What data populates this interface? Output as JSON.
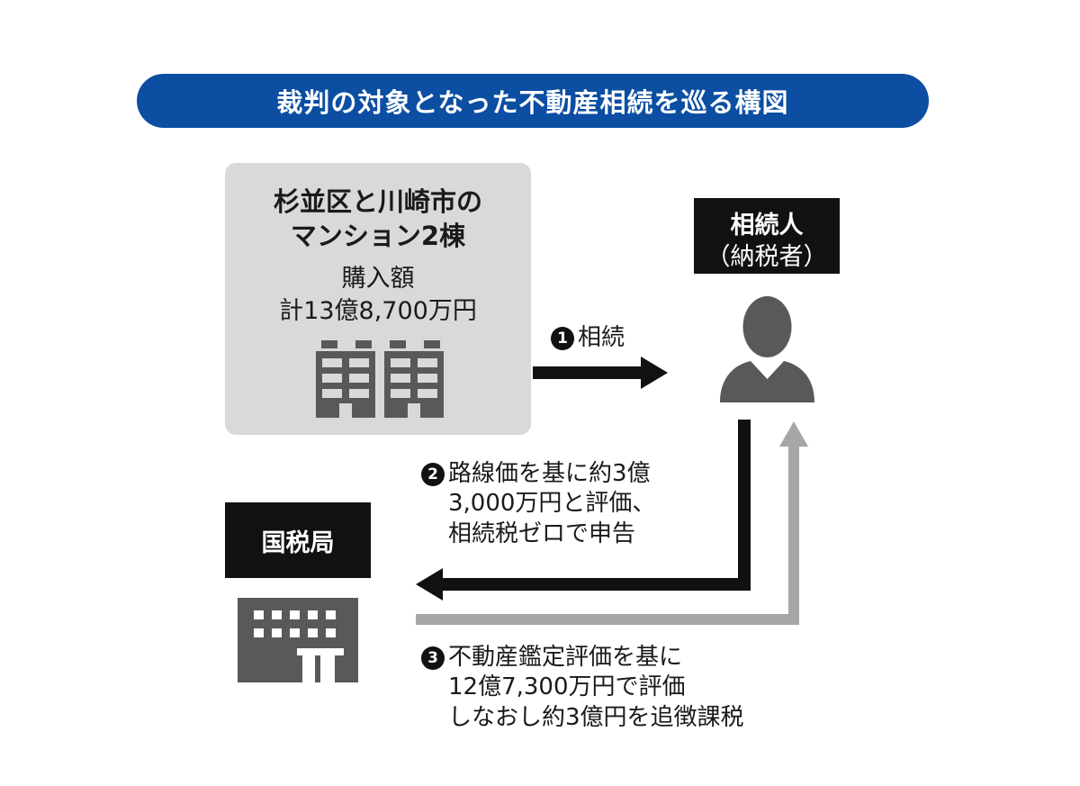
{
  "title": "裁判の対象となった不動産相続を巡る構図",
  "property": {
    "line1": "杉並区と川崎市の",
    "line2": "マンション2棟",
    "price_label": "購入額",
    "price_value": "計13億8,700万円",
    "icon": "buildings-icon"
  },
  "heir": {
    "line1": "相続人",
    "line2": "（納税者）",
    "icon": "person-icon"
  },
  "tax_office": {
    "label": "国税局",
    "icon": "office-building-icon"
  },
  "steps": [
    {
      "num": "1",
      "lines": [
        "相続"
      ]
    },
    {
      "num": "2",
      "lines": [
        "路線価を基に約3億",
        "3,000万円と評価、",
        "相続税ゼロで申告"
      ]
    },
    {
      "num": "3",
      "lines": [
        "不動産鑑定評価を基に",
        "12億7,300万円で評価",
        "しなおし約3億円を追徴課税"
      ]
    }
  ],
  "colors": {
    "banner": "#0b4ea2",
    "box_gray": "#d9d9d9",
    "icon_gray": "#595959",
    "arrow_black": "#111111",
    "arrow_gray": "#a6a6a6"
  }
}
